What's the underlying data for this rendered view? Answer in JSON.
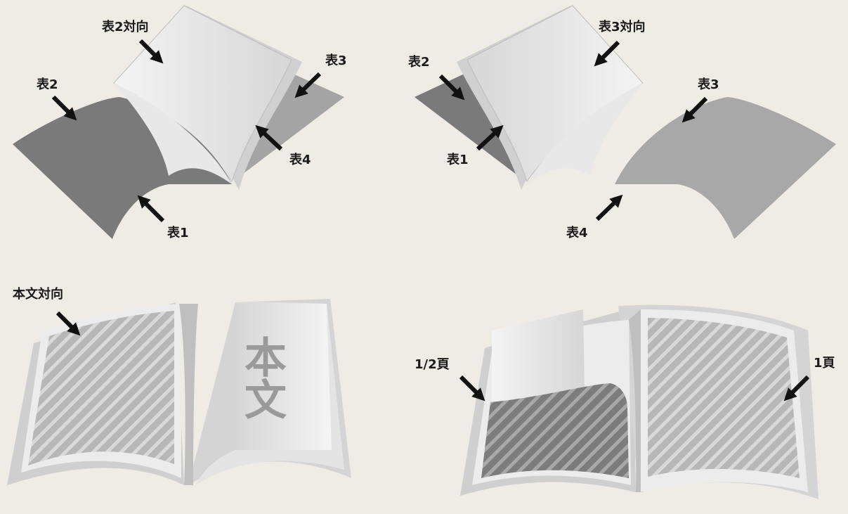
{
  "colors": {
    "background": "#efece5",
    "cover_dark": "#7a7a7a",
    "cover_mid": "#9c9c9c",
    "cover_light": "#b0b0b0",
    "page_white": "#eeeeee",
    "arrow": "#111111"
  },
  "panels": {
    "top_left": {
      "labels": {
        "h2_facing": "表2対向",
        "h2": "表2",
        "h3": "表3",
        "h4": "表4",
        "h1": "表1"
      }
    },
    "top_right": {
      "labels": {
        "h3_facing": "表3対向",
        "h2": "表2",
        "h3": "表3",
        "h1": "表1",
        "h4": "表4"
      }
    },
    "bottom_left": {
      "labels": {
        "body_facing": "本文対向"
      },
      "page_text": "本文"
    },
    "bottom_right": {
      "labels": {
        "half_page": "1/2頁",
        "full_page": "1頁"
      }
    }
  }
}
